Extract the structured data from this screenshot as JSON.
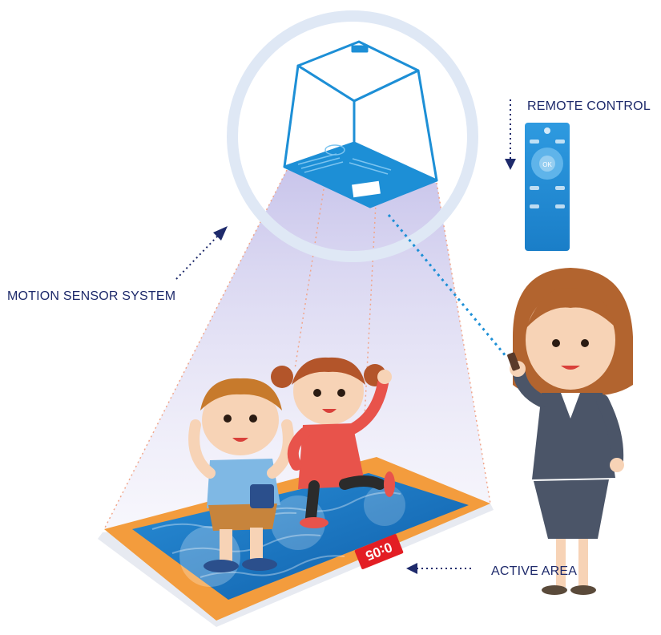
{
  "labels": {
    "remote_control": "REMOTE CONTROL",
    "motion_sensor": "MOTION SENSOR SYSTEM",
    "active_area": "ACTIVE AREA"
  },
  "screen": {
    "timer": "0:05"
  },
  "remote": {
    "ok_label": "OK"
  },
  "colors": {
    "label_text": "#1e2a6b",
    "projector_blue": "#1d8fd6",
    "ring": "#dfe8f5",
    "beam": "#c9c6ec",
    "mat_orange": "#f39c3d",
    "mat_water": "#1c7fc9",
    "timer_red": "#e31e24",
    "arrow_navy": "#1e2a6b"
  }
}
